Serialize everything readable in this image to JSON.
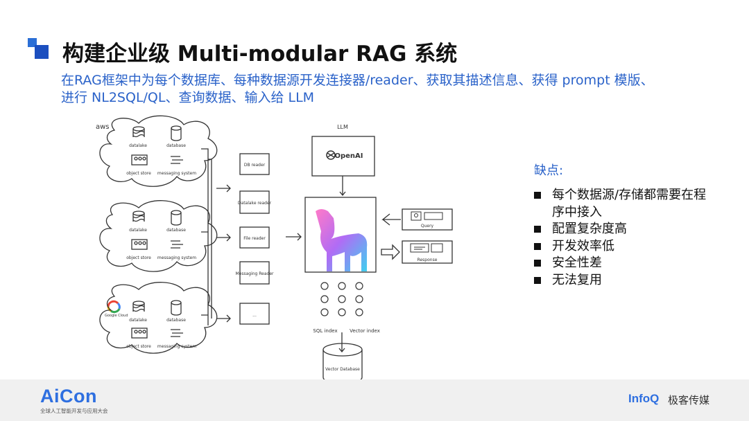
{
  "slide": {
    "title": "构建企业级 Multi-modular RAG 系统",
    "subtitle": "在RAG框架中为每个数据库、每种数据源开发连接器/reader、获取其描述信息、获得 prompt 模版、进行 NL2SQL/QL、查询数据、输入给 LLM"
  },
  "diagram": {
    "clouds": [
      {
        "provider": "aws",
        "items": [
          "datalake",
          "database",
          "object store",
          "messaging system"
        ]
      },
      {
        "provider": "",
        "items": [
          "datalake",
          "database",
          "object store",
          "messaging system"
        ]
      },
      {
        "provider": "Google Cloud",
        "items": [
          "datalake",
          "database",
          "object store",
          "messaging system"
        ]
      }
    ],
    "readers": [
      "DB reader",
      "Datalake reader",
      "File reader",
      "Messaging Reader",
      "..."
    ],
    "llm_label": "LLM",
    "llm_provider": "OpenAI",
    "query_label": "Query",
    "response_label": "Response",
    "index_labels": [
      "SQL index",
      "Vector index"
    ],
    "vector_db_label": "Vector Database"
  },
  "cons": {
    "title": "缺点:",
    "items": [
      "每个数据源/存储都需要在程序中接入",
      "配置复杂度高",
      "开发效率低",
      "安全性差",
      "无法复用"
    ]
  },
  "footer": {
    "brand": "AiCon",
    "brand_sub": "全球人工智能开发与应用大会",
    "partner": "InfoQ",
    "partner_sub": "极客传媒"
  },
  "colors": {
    "accent": "#2a62c9",
    "brand": "#2e6fe0"
  }
}
